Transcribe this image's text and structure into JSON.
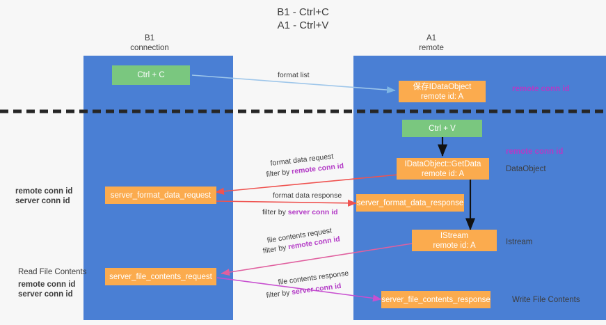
{
  "diagram": {
    "title_line1": "B1 - Ctrl+C",
    "title_line2": "A1 - Ctrl+V",
    "colors": {
      "lane": "#4a7fd4",
      "green_box": "#7ac77f",
      "orange_box": "#fbab4e",
      "purple_text": "#b33bc6",
      "green_text": "#5bb85f",
      "divider": "#262626",
      "arrow_blue": "#9ec6ea",
      "arrow_black": "#111111",
      "arrow_red": "#ef5350",
      "arrow_pink": "#e0609f",
      "arrow_magenta": "#c84fd0"
    },
    "columns": [
      {
        "id": "b1",
        "name": "B1",
        "role": "connection"
      },
      {
        "id": "a1",
        "name": "A1",
        "role": "remote"
      }
    ],
    "boxes": {
      "ctrl_c": "Ctrl + C",
      "ctrl_v": "Ctrl + V",
      "idataobject": {
        "line1": "保存IDataObject",
        "line2": "remote id: A"
      },
      "getdata": {
        "line1": "IDataObject::GetData",
        "line2": "remote id: A"
      },
      "istream": {
        "line1": "IStream",
        "line2": "remote id: A"
      },
      "server_format_data_request": "server_format_data_request",
      "server_format_data_response": "server_format_data_response",
      "server_file_contents_request": "server_file_contents_request",
      "server_file_contents_response": "server_file_contents_response"
    },
    "right_labels": {
      "remote_conn_id_top": "remote conn id",
      "remote_conn_id_mid": "remote conn id",
      "dataobject": "DataObject",
      "istream": "Istream",
      "write_file_contents": "Write File Contents"
    },
    "left_labels": {
      "remote_conn_id": "remote conn id",
      "server_conn_id": "server conn id",
      "read_file_contents": "Read File Contents",
      "remote_conn_id_2": "remote conn id",
      "server_conn_id_2": "server conn id"
    },
    "arrow_labels": {
      "format_list": "format list",
      "format_data_request": "format data request",
      "format_data_request_filter_prefix": "filter by ",
      "format_data_request_filter_key": "remote conn id",
      "format_data_response": "format data response",
      "format_data_response_filter_prefix": "filter by ",
      "format_data_response_filter_key": "server conn id",
      "file_contents_request": "file contents request",
      "file_contents_request_filter_prefix": "filter by ",
      "file_contents_request_filter_key": "remote conn id",
      "file_contents_response": "file contents response",
      "file_contents_response_filter_prefix": "filter by ",
      "file_contents_response_filter_key": "server conn id"
    }
  }
}
